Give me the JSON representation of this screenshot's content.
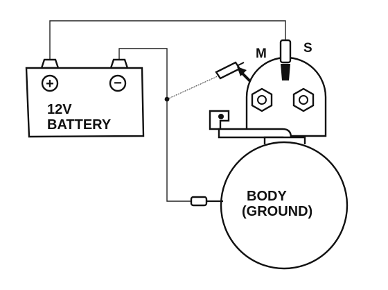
{
  "battery": {
    "label_line1": "12V",
    "label_line2": "BATTERY",
    "positive_symbol": "+",
    "negative_symbol": "−"
  },
  "solenoid": {
    "terminal_m_label": "M",
    "terminal_s_label": "S"
  },
  "motor": {
    "body_label_line1": "BODY",
    "body_label_line2": "(GROUND)"
  },
  "colors": {
    "line": "#111111",
    "background": "#ffffff"
  }
}
